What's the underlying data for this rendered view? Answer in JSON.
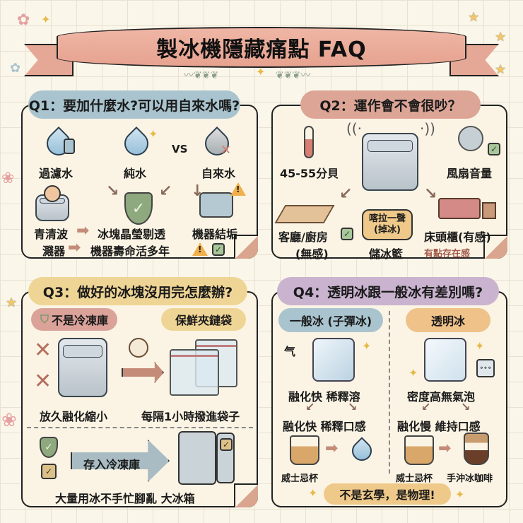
{
  "title": "製冰機隱藏痛點 FAQ",
  "colors": {
    "background": "#fbf6ea",
    "ribbon": "#e6a896",
    "q1_pill": "#a9c4cf",
    "q2_pill": "#dca596",
    "q3_pill": "#efd595",
    "q4_pill": "#c9b3cf",
    "green_check": "#a9c59a",
    "warning": "#f0b04a"
  },
  "q1": {
    "question": "Q1：要加什麼水?可以用自來水嗎?",
    "water_types": [
      "過濾水",
      "純水",
      "自來水"
    ],
    "vs": "VS",
    "result_labels": {
      "left_line1": "青清波",
      "left_line2": "濺器",
      "middle_line1": "冰塊晶瑩剔透",
      "middle_line2": "機器壽命活多年",
      "right": "機器結垢"
    },
    "icons": [
      "filter-water-drop-icon",
      "pure-water-drop-icon",
      "tap-water-drop-icon",
      "shield-check-icon",
      "scale-warning-icon"
    ]
  },
  "q2": {
    "question": "Q2：運作會不會很吵？",
    "noise_level": "45-55分貝",
    "fan_label": "風扇音量",
    "living_room": "客廳/廚房",
    "living_room_note": "(無感)",
    "bubble_line1": "喀拉一聲",
    "bubble_line2": "(掉冰)",
    "basket": "儲冰籃",
    "bedside": "床頭櫃(有感)",
    "bedside_note": "有點存在感"
  },
  "q3": {
    "question": "Q3：做好的冰塊沒用完怎麼辦?",
    "tag_left": "不是冷凍庫",
    "tag_right": "保鮮夾鏈袋",
    "caption_left": "放久融化縮小",
    "caption_right": "每隔1小時撥進袋子",
    "arrow_label": "存入冷凍庫",
    "bottom_caption": "大量用冰不手忙腳亂 大冰箱"
  },
  "q4": {
    "question": "Q4：透明冰跟一般冰有差別嗎?",
    "left_tag": "一般冰 (子彈冰)",
    "right_tag": "透明冰",
    "left_line1": "融化快 稀釋溶",
    "left_line2": "融化快 稀釋口感",
    "right_line1": "密度高無氣泡",
    "right_line2": "融化慢 維持口感",
    "left_glass": "威士忌杯",
    "right_glass": "威士忌杯",
    "right_drink": "手沖冰咖啡",
    "conclusion": "不是玄學，是物理!"
  }
}
